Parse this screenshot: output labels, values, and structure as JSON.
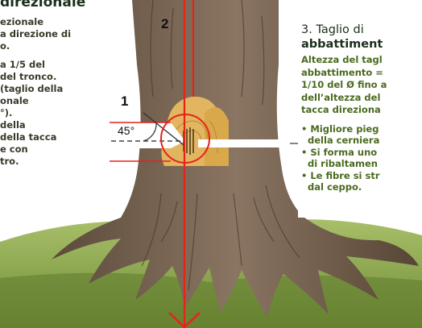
{
  "left_panel": {
    "title": "direzionale",
    "lines": [
      "ezionale",
      "a direzione di",
      "o.",
      "",
      "a 1/5 del",
      "del tronco.",
      "(taglio della",
      "onale",
      "°).",
      "della",
      "della tacca",
      "e con",
      "tro."
    ]
  },
  "right_panel": {
    "title_line1": "3. Taglio di",
    "title_line2": "abbattiment",
    "text_lines": [
      "Altezza del tagl",
      "abbattimento =",
      "1/10 del Ø fino a",
      "dell’altezza del",
      "tacca direziona"
    ],
    "bullets": [
      "• Migliore pieg",
      "  della cerniera",
      "• Si forma uno",
      "  di ribaltamen",
      "• Le fibre si str",
      "  dal ceppo."
    ]
  },
  "labels": {
    "one": "1",
    "two": "2",
    "three": "3",
    "angle": "45°"
  },
  "colors": {
    "arrow": "#e8211b",
    "bark": "#6e5a48",
    "grass": "#86a04a",
    "sky": "#ffffff",
    "wood": "#e2b560"
  }
}
